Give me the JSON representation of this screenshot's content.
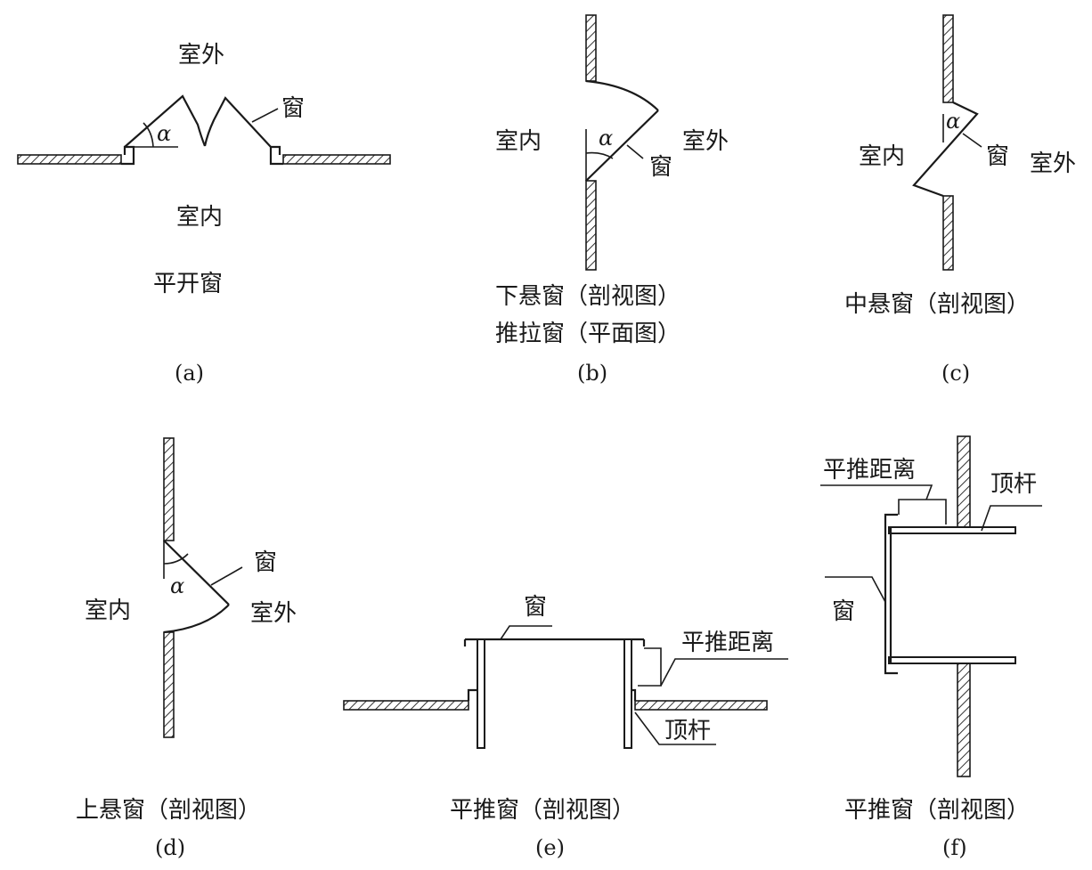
{
  "colors": {
    "ink": "#1a1a1a",
    "background": "#ffffff"
  },
  "panels": {
    "a": {
      "outdoor": "室外",
      "indoor": "室内",
      "window": "窗",
      "angle": "α",
      "title": "平开窗",
      "letter": "(a)"
    },
    "b": {
      "indoor": "室内",
      "outdoor": "室外",
      "window": "窗",
      "angle": "α",
      "title1": "下悬窗（剖视图）",
      "title2": "推拉窗（平面图）",
      "letter": "(b)"
    },
    "c": {
      "indoor": "室内",
      "outdoor": "室外",
      "window": "窗",
      "angle": "α",
      "title": "中悬窗（剖视图）",
      "letter": "(c)"
    },
    "d": {
      "indoor": "室内",
      "outdoor": "室外",
      "window": "窗",
      "angle": "α",
      "title": "上悬窗（剖视图）",
      "letter": "(d)"
    },
    "e": {
      "window": "窗",
      "push_distance": "平推距离",
      "top_rod": "顶杆",
      "title": "平推窗（剖视图）",
      "letter": "(e)"
    },
    "f": {
      "window": "窗",
      "push_distance": "平推距离",
      "top_rod": "顶杆",
      "title": "平推窗（剖视图）",
      "letter": "(f)"
    }
  }
}
